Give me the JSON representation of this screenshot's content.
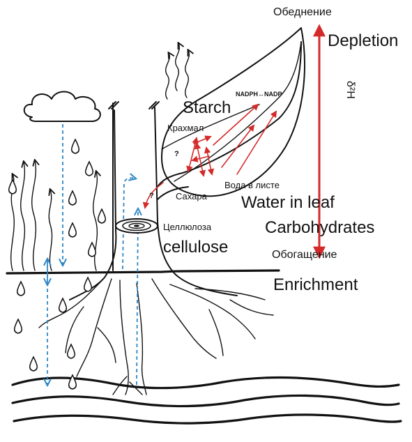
{
  "labels": {
    "depletion_ru": "Обеднение",
    "depletion_en": "Depletion",
    "delta": "δ²H",
    "nadph": "NADPH↔NADP",
    "starch_en": "Starch",
    "starch_ru": "Крахмал",
    "question": "?",
    "sugars_ru": "Сахара",
    "leaf_water_ru": "Вода в листе",
    "leaf_water_en": "Water in leaf",
    "carbohydrates_en": "Carbohydrates",
    "cellulose_ru": "Целлюлоза",
    "cellulose_en": "cellulose",
    "enrichment_ru": "Обогащение",
    "enrichment_en": "Enrichment"
  },
  "colors": {
    "ink": "#111111",
    "water_arrow": "#2f86c6",
    "isotope_arrow": "#d42a2a",
    "background": "#ffffff"
  }
}
